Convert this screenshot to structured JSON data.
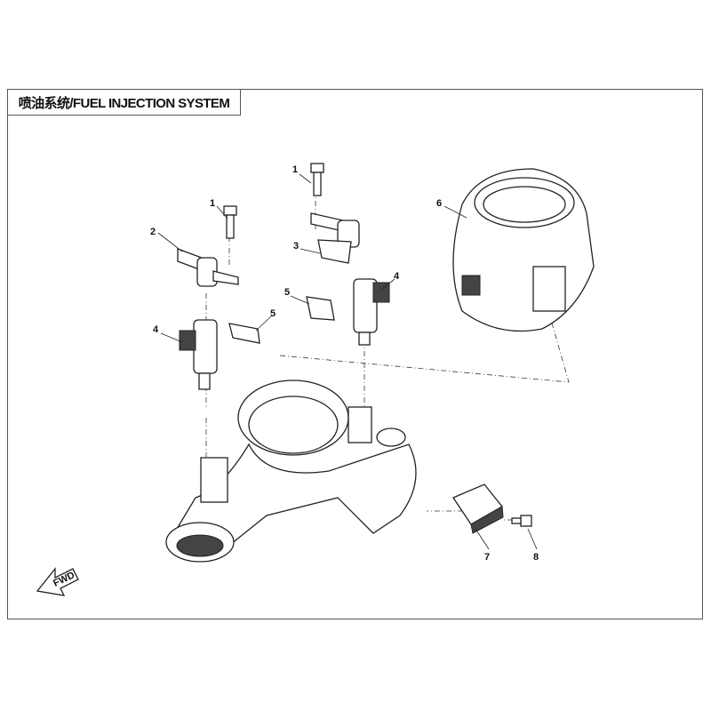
{
  "title": "喷油系统/FUEL INJECTION SYSTEM",
  "fwd_label": "FWD",
  "callouts": [
    "1",
    "1",
    "2",
    "3",
    "4",
    "4",
    "5",
    "5",
    "6",
    "7",
    "8"
  ]
}
